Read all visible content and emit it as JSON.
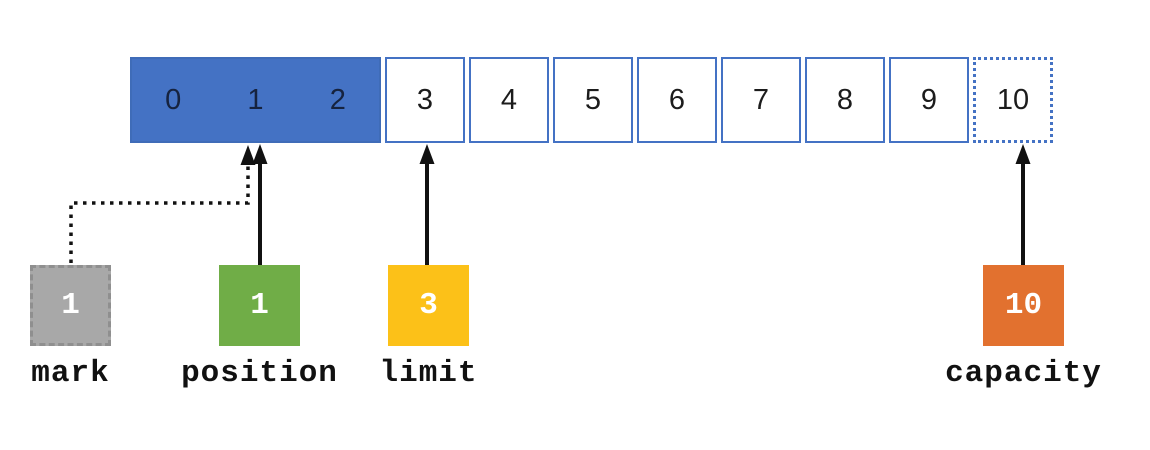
{
  "buffer": {
    "filled_labels": [
      "0",
      "1",
      "2"
    ],
    "open_labels": [
      "3",
      "4",
      "5",
      "6",
      "7",
      "8",
      "9"
    ],
    "capacity_label": "10"
  },
  "pointers": {
    "mark": {
      "label": "mark",
      "value": "1"
    },
    "position": {
      "label": "position",
      "value": "1"
    },
    "limit": {
      "label": "limit",
      "value": "3"
    },
    "capacity": {
      "label": "capacity",
      "value": "10"
    }
  },
  "colors": {
    "buffer_fill": "#4472c4",
    "buffer_border": "#4472c4",
    "mark_fill": "#a8a8a8",
    "position_fill": "#70ad47",
    "limit_fill": "#fcc118",
    "capacity_fill": "#e2712f",
    "arrow": "#111111"
  }
}
